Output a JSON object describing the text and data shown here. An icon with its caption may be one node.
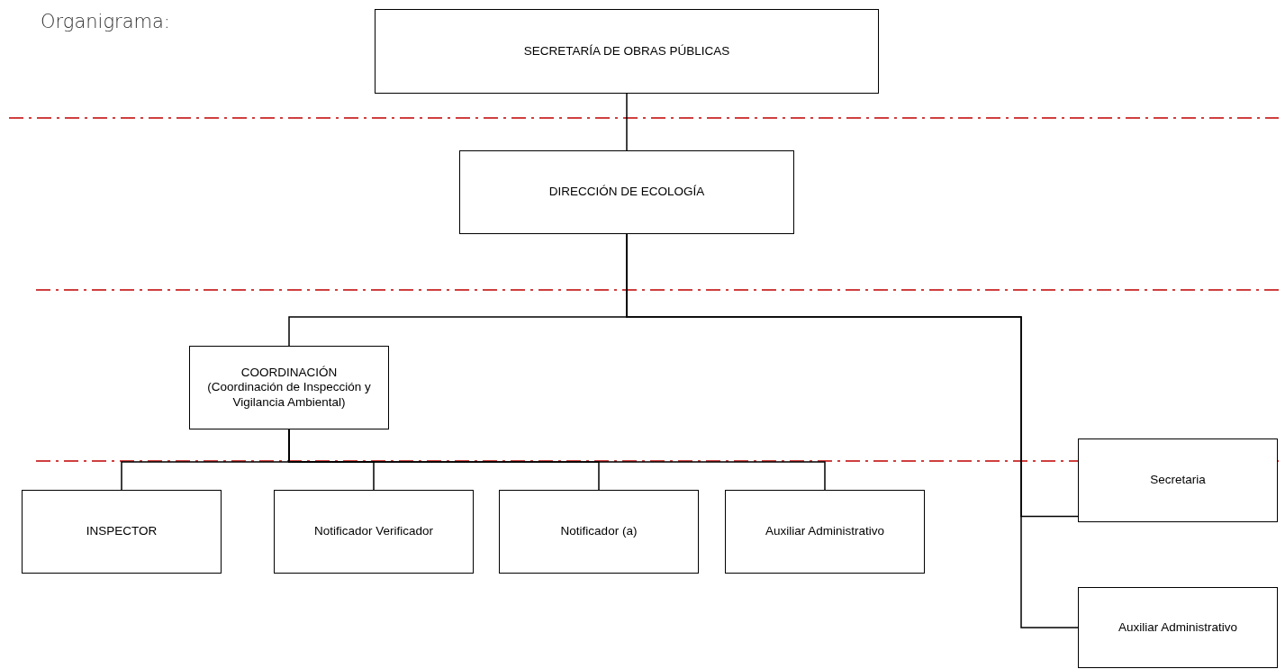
{
  "diagram": {
    "title": "Organigrama:",
    "nodes": [
      {
        "text": [
          "SECRETARÍA DE OBRAS PÚBLICAS"
        ]
      },
      {
        "text": [
          "DIRECCIÓN DE ECOLOGÍA"
        ]
      },
      {
        "text": [
          "COORDINACIÓN",
          "(Coordinación de Inspección y Vigilancia Ambiental)"
        ]
      },
      {
        "text": [
          "INSPECTOR"
        ]
      },
      {
        "text": [
          "Notificador Verificador"
        ]
      },
      {
        "text": [
          "Notificador (a)"
        ]
      },
      {
        "text": [
          "Auxiliar Administrativo"
        ]
      },
      {
        "text": [
          "Secretaria"
        ]
      },
      {
        "text": [
          "Auxiliar Administrativo"
        ]
      }
    ],
    "edges": [
      {
        "from": 0,
        "to": 1,
        "arrow": "none"
      },
      {
        "from": 1,
        "to": 2,
        "arrow": "none"
      },
      {
        "from": 1,
        "to": 7,
        "arrow": "none"
      },
      {
        "from": 1,
        "to": 8,
        "arrow": "none"
      },
      {
        "from": 2,
        "to": 3,
        "arrow": "none"
      },
      {
        "from": 2,
        "to": 4,
        "arrow": "none"
      },
      {
        "from": 2,
        "to": 5,
        "arrow": "none"
      },
      {
        "from": 2,
        "to": 6,
        "arrow": "none"
      }
    ]
  }
}
